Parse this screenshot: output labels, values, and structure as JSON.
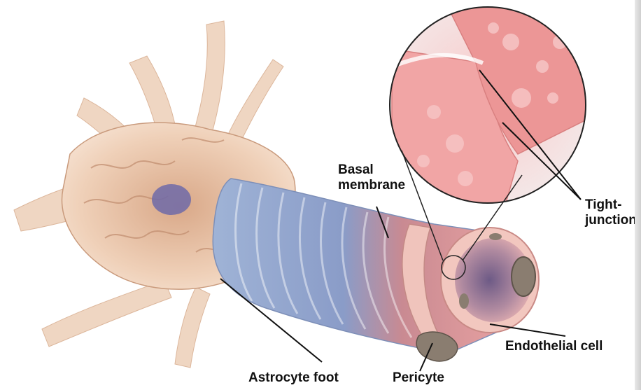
{
  "labels": {
    "basal_line1": "Basal",
    "basal_line2": "membrane",
    "tight_line1": "Tight-",
    "tight_line2": "junction",
    "endothelial": "Endothelial cell",
    "astrocyte": "Astrocyte foot",
    "pericyte": "Pericyte"
  },
  "colors": {
    "vessel_blue": "#8fa3cc",
    "vessel_pink": "#d97a7a",
    "astrocyte_tan": "#e8c4a8",
    "zoom_pink": "#ef9a9a",
    "pericyte_gray": "#8a7d70"
  }
}
